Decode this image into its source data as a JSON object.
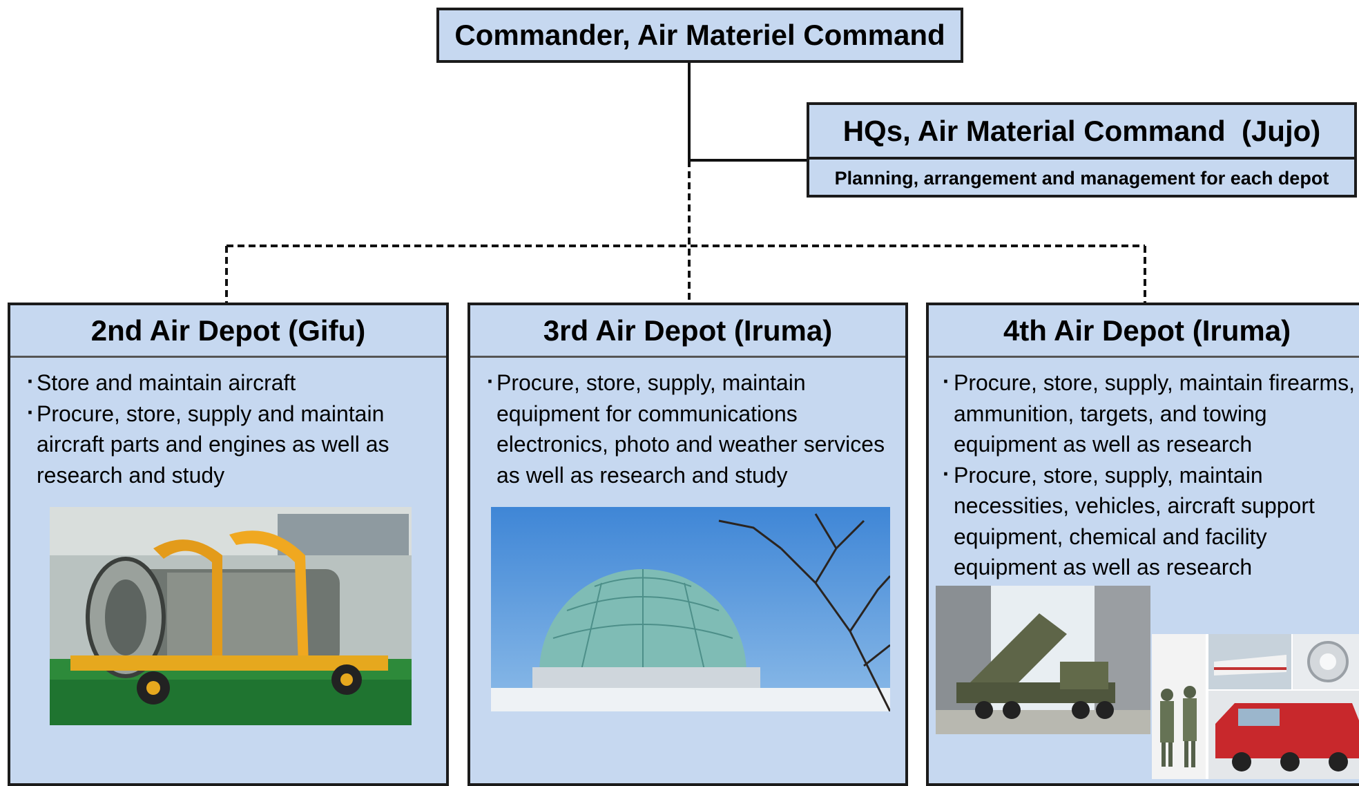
{
  "commander": {
    "title": "Commander, Air Materiel Command"
  },
  "headquarters": {
    "title": "HQs, Air Material Command  (Jujo)",
    "description": "Planning, arrangement and management for each depot"
  },
  "depots": [
    {
      "title": "2nd Air Depot (Gifu)",
      "duties": [
        "Store and maintain aircraft",
        "Procure, store, supply and maintain aircraft parts and engines as well as research and study"
      ],
      "photos": [
        "jet-engine-photo"
      ]
    },
    {
      "title": "3rd Air Depot (Iruma)",
      "duties": [
        "Procure, store, supply, maintain equipment for communications electronics, photo and weather services as well as research and study"
      ],
      "photos": [
        "radome-photo"
      ]
    },
    {
      "title": "4th Air Depot (Iruma)",
      "duties": [
        "Procure, store, supply, maintain firearms, ammunition, targets, and towing equipment as well as research",
        "Procure, store, supply, maintain necessities,  vehicles, aircraft support equipment, chemical and facility equipment as well as research"
      ],
      "photos": [
        "missile-launcher-photo",
        "equipment-collage-photo"
      ]
    }
  ],
  "colors": {
    "box_fill": "#c6d8f0",
    "border": "#1b1b1b"
  }
}
